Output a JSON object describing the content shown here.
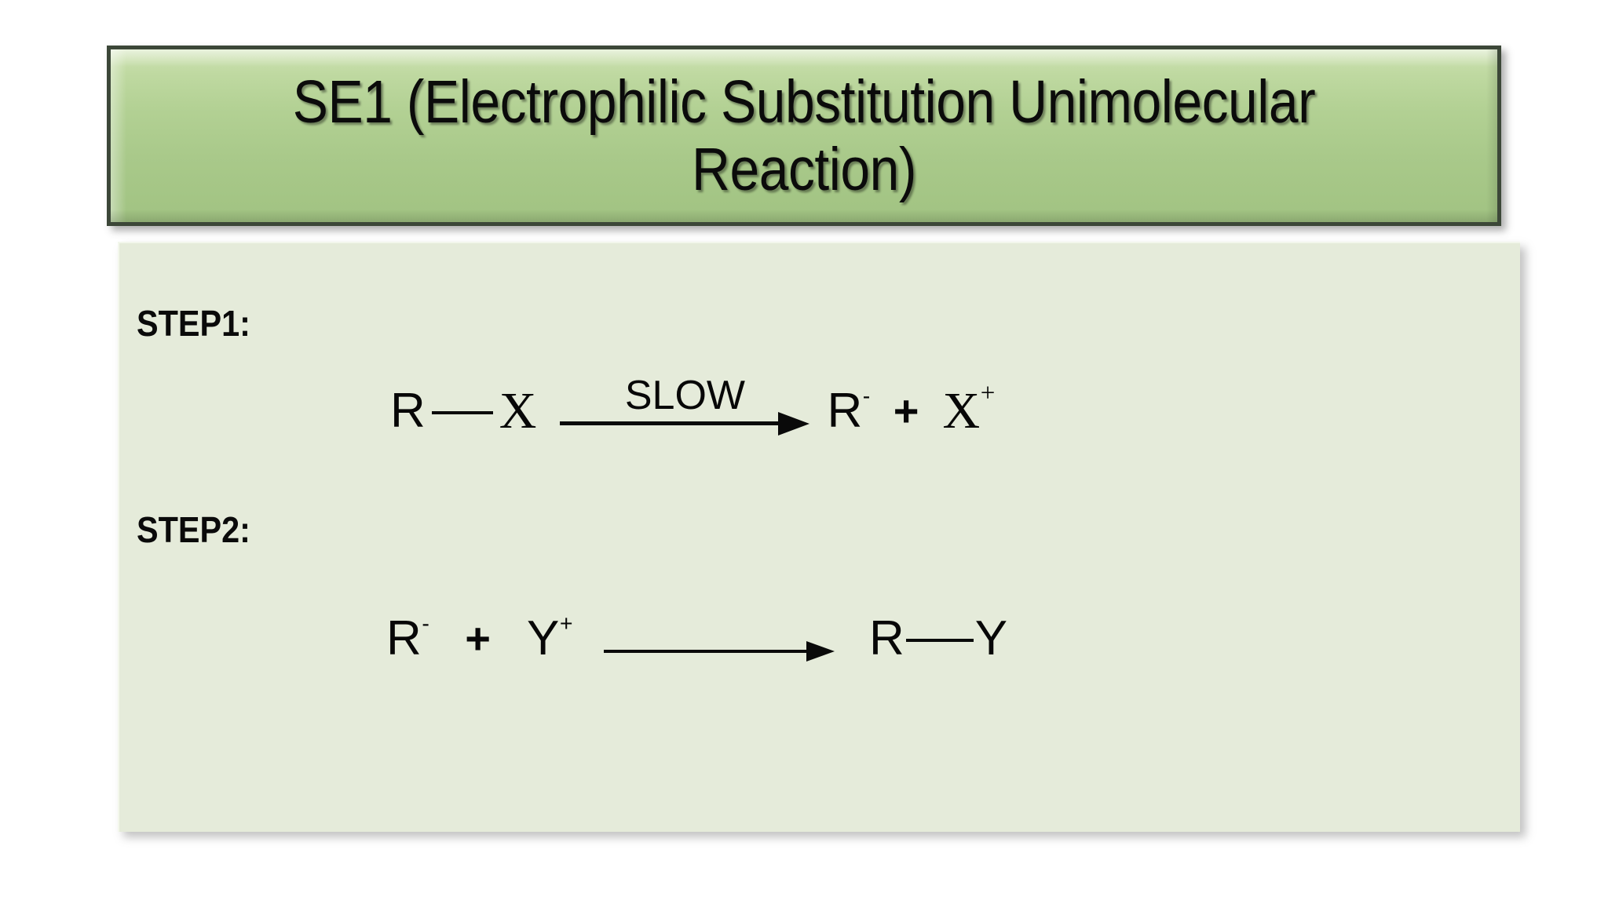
{
  "slide": {
    "background_color": "#ffffff"
  },
  "title": {
    "text": "SE1 (Electrophilic Substitution Unimolecular Reaction)",
    "background_top_color": "#cfe3b4",
    "background_bottom_color": "#a1c382",
    "border_color": "#3c4738",
    "text_color": "#0b0b0b"
  },
  "panel": {
    "background_color": "#e5ebda"
  },
  "steps": [
    {
      "label": "STEP1:",
      "equation": {
        "reactants": [
          {
            "symbol": "R",
            "charge": "",
            "style": "sans"
          },
          {
            "bond": "single"
          },
          {
            "symbol": "X",
            "charge": "",
            "style": "serif"
          }
        ],
        "arrow_label": "SLOW",
        "products": [
          {
            "symbol": "R",
            "charge": "-",
            "style": "sans"
          },
          {
            "operator": "+"
          },
          {
            "symbol": "X",
            "charge": "+",
            "style": "serif"
          }
        ]
      }
    },
    {
      "label": "STEP2:",
      "equation": {
        "reactants": [
          {
            "symbol": "R",
            "charge": "-",
            "style": "sans"
          },
          {
            "operator": "+"
          },
          {
            "symbol": "Y",
            "charge": "+",
            "style": "sans"
          }
        ],
        "arrow_label": "",
        "products": [
          {
            "symbol": "R",
            "charge": "",
            "style": "sans"
          },
          {
            "bond": "single"
          },
          {
            "symbol": "Y",
            "charge": "",
            "style": "sans"
          }
        ]
      }
    }
  ],
  "symbols": {
    "R": "R",
    "X": "X",
    "Y": "Y",
    "plus": "+",
    "minus_charge": "-",
    "plus_charge": "+",
    "slow_label": "SLOW"
  }
}
